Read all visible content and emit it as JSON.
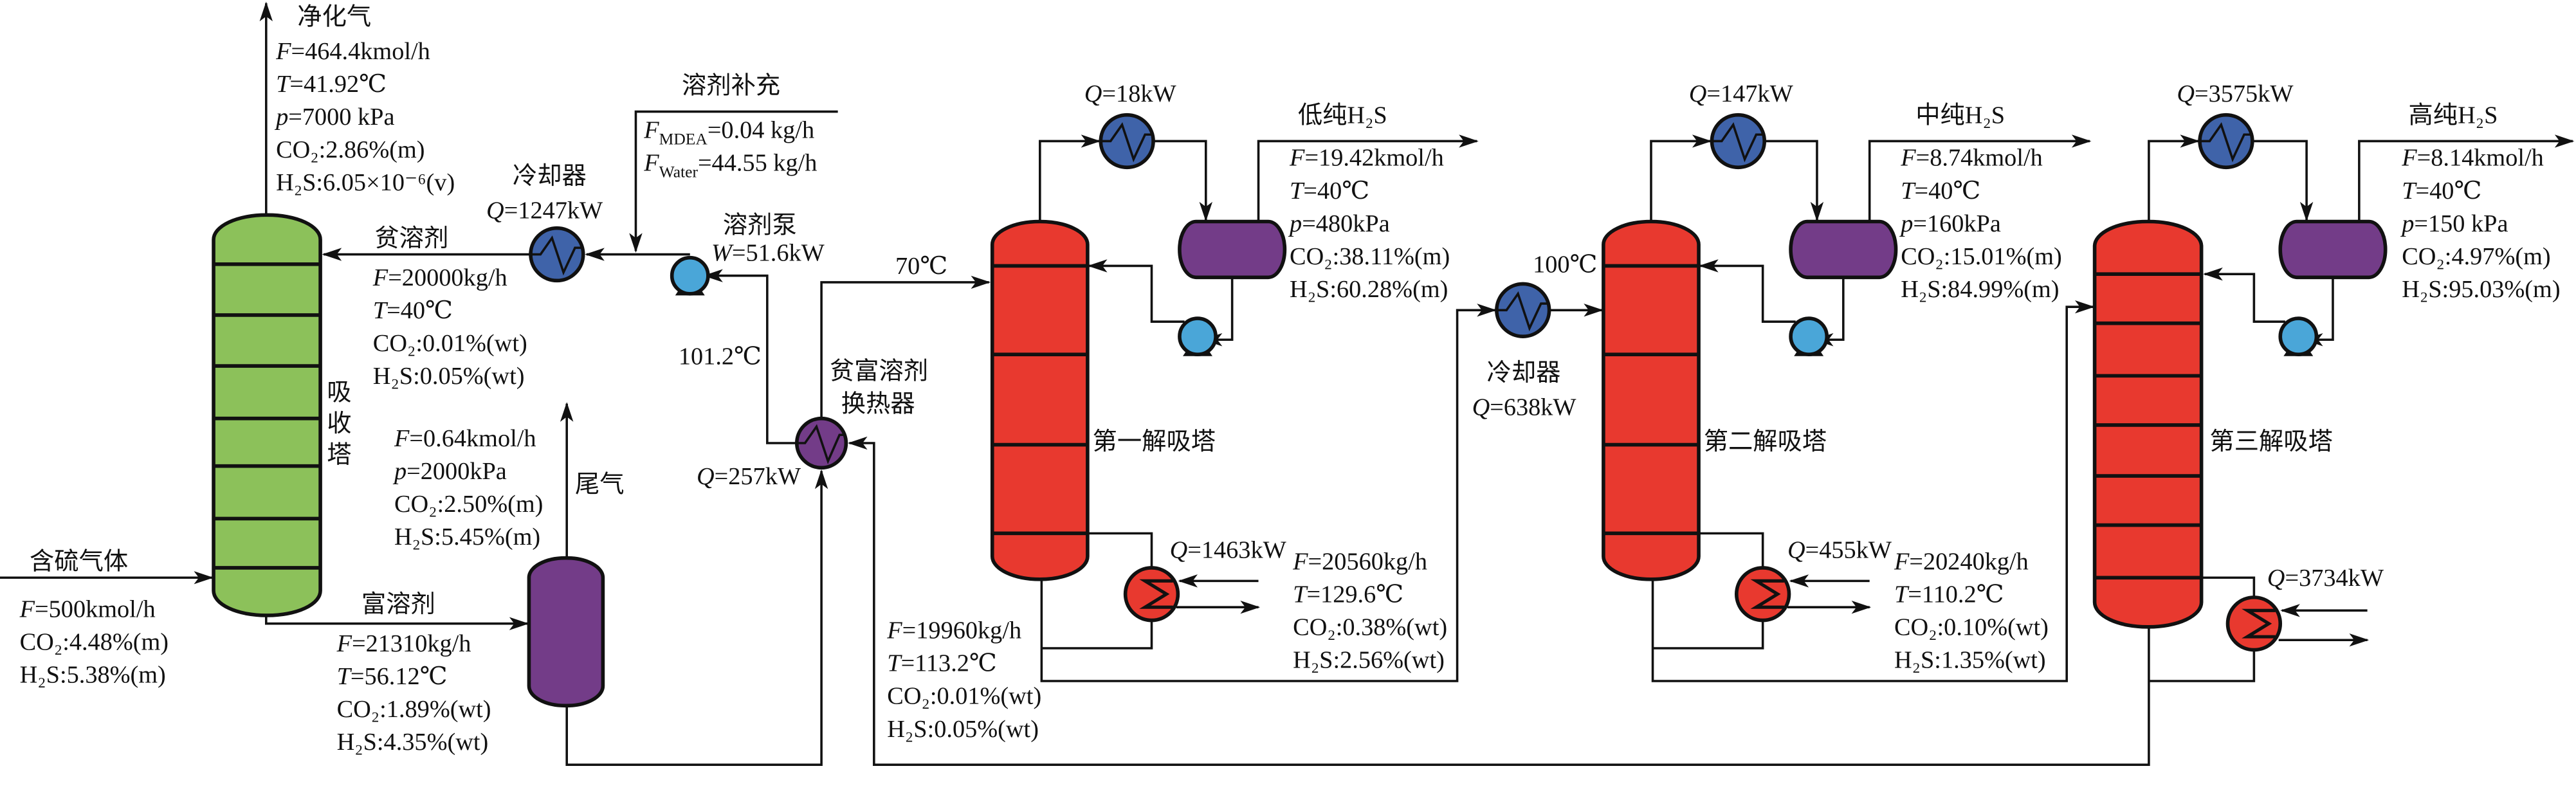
{
  "colors": {
    "absorber": "#8cc15a",
    "stripper": "#e8392f",
    "drum": "#733c88",
    "cooler": "#3f63a9",
    "pump": "#4aa6d8",
    "line": "#111111"
  },
  "labels": {
    "feed_gas": {
      "title": "含硫气体",
      "lines": [
        {
          "v": "F",
          "t": "=500kmol/h"
        },
        {
          "t": "CO₂:4.48%(m)"
        },
        {
          "t": "H₂S:5.38%(m)"
        }
      ]
    },
    "purified_gas": {
      "title": "净化气",
      "lines": [
        {
          "v": "F",
          "t": "=464.4kmol/h"
        },
        {
          "v": "T",
          "t": "=41.92℃"
        },
        {
          "v": "p",
          "t": "=7000 kPa"
        },
        {
          "t": "CO₂:2.86%(m)"
        },
        {
          "t": "H₂S:6.05×10⁻⁶(v)"
        }
      ]
    },
    "lean_solvent": {
      "title": "贫溶剂",
      "lines": [
        {
          "v": "F",
          "t": "=20000kg/h"
        },
        {
          "v": "T",
          "t": "=40℃"
        },
        {
          "t": "CO₂:0.01%(wt)"
        },
        {
          "t": "H₂S:0.05%(wt)"
        }
      ]
    },
    "rich_solvent": {
      "title": "富溶剂",
      "lines": [
        {
          "v": "F",
          "t": "=21310kg/h"
        },
        {
          "v": "T",
          "t": "=56.12℃"
        },
        {
          "t": "CO₂:1.89%(wt)"
        },
        {
          "t": "H₂S:4.35%(wt)"
        }
      ]
    },
    "tail_gas": {
      "title": "尾气",
      "lines": [
        {
          "v": "F",
          "t": "=0.64kmol/h"
        },
        {
          "v": "p",
          "t": "=2000kPa"
        },
        {
          "t": "CO₂:2.50%(m)"
        },
        {
          "t": "H₂S:5.45%(m)"
        }
      ]
    },
    "makeup": {
      "title": "溶剂补充",
      "lines": [
        {
          "v": "F",
          "s": "MDEA",
          "t": "=0.04 kg/h"
        },
        {
          "v": "F",
          "s": "Water",
          "t": "=44.55 kg/h"
        }
      ]
    },
    "cooler1": {
      "title": "冷却器",
      "lines": [
        {
          "v": "Q",
          "t": "=1247kW"
        }
      ]
    },
    "solvent_pump": {
      "title": "溶剂泵",
      "lines": [
        {
          "v": "W",
          "t": "=51.6kW"
        }
      ]
    },
    "temp_101": {
      "lines": [
        {
          "t": "101.2℃"
        }
      ]
    },
    "lean_rich_hx": {
      "title": "贫富溶剂",
      "lines": [
        {
          "t": "换热器"
        }
      ]
    },
    "hx_duty": {
      "lines": [
        {
          "v": "Q",
          "t": "=257kW"
        }
      ]
    },
    "temp_70": {
      "lines": [
        {
          "t": "70℃"
        }
      ]
    },
    "absorber": {
      "lines": [
        {
          "t": "吸"
        },
        {
          "t": "收"
        },
        {
          "t": "塔"
        }
      ]
    },
    "s1_condenser": {
      "lines": [
        {
          "v": "Q",
          "t": "=18kW"
        }
      ]
    },
    "s1_overhead": {
      "title": "低纯H₂S",
      "lines": [
        {
          "v": "F",
          "t": "=19.42kmol/h"
        },
        {
          "v": "T",
          "t": "=40℃"
        },
        {
          "v": "p",
          "t": "=480kPa"
        },
        {
          "t": "CO₂:38.11%(m)"
        },
        {
          "t": "H₂S:60.28%(m)"
        }
      ]
    },
    "s1_name": {
      "lines": [
        {
          "t": "第一解吸塔"
        }
      ]
    },
    "s1_reboiler": {
      "lines": [
        {
          "v": "Q",
          "t": "=1463kW"
        }
      ]
    },
    "s1_bottoms": {
      "lines": [
        {
          "v": "F",
          "t": "=20560kg/h"
        },
        {
          "v": "T",
          "t": "=129.6℃"
        },
        {
          "t": "CO₂:0.38%(wt)"
        },
        {
          "t": "H₂S:2.56%(wt)"
        }
      ]
    },
    "s1_lean": {
      "lines": [
        {
          "v": "F",
          "t": "=19960kg/h"
        },
        {
          "v": "T",
          "t": "=113.2℃"
        },
        {
          "t": "CO₂:0.01%(wt)"
        },
        {
          "t": "H₂S:0.05%(wt)"
        }
      ]
    },
    "cooler2": {
      "title": "冷却器",
      "lines": [
        {
          "v": "Q",
          "t": "=638kW"
        }
      ]
    },
    "temp_100": {
      "lines": [
        {
          "t": "100℃"
        }
      ]
    },
    "s2_condenser": {
      "lines": [
        {
          "v": "Q",
          "t": "=147kW"
        }
      ]
    },
    "s2_overhead": {
      "title": "中纯H₂S",
      "lines": [
        {
          "v": "F",
          "t": "=8.74kmol/h"
        },
        {
          "v": "T",
          "t": "=40℃"
        },
        {
          "v": "p",
          "t": "=160kPa"
        },
        {
          "t": "CO₂:15.01%(m)"
        },
        {
          "t": "H₂S:84.99%(m)"
        }
      ]
    },
    "s2_name": {
      "lines": [
        {
          "t": "第二解吸塔"
        }
      ]
    },
    "s2_reboiler": {
      "lines": [
        {
          "v": "Q",
          "t": "=455kW"
        }
      ]
    },
    "s2_bottoms": {
      "lines": [
        {
          "v": "F",
          "t": "=20240kg/h"
        },
        {
          "v": "T",
          "t": "=110.2℃"
        },
        {
          "t": "CO₂:0.10%(wt)"
        },
        {
          "t": "H₂S:1.35%(wt)"
        }
      ]
    },
    "s3_condenser": {
      "lines": [
        {
          "v": "Q",
          "t": "=3575kW"
        }
      ]
    },
    "s3_overhead": {
      "title": "高纯H₂S",
      "lines": [
        {
          "v": "F",
          "t": "=8.14kmol/h"
        },
        {
          "v": "T",
          "t": "=40℃"
        },
        {
          "v": "p",
          "t": "=150 kPa"
        },
        {
          "t": "CO₂:4.97%(m)"
        },
        {
          "t": "H₂S:95.03%(m)"
        }
      ]
    },
    "s3_name": {
      "lines": [
        {
          "t": "第三解吸塔"
        }
      ]
    },
    "s3_reboiler": {
      "lines": [
        {
          "v": "Q",
          "t": "=3734kW"
        }
      ]
    }
  }
}
